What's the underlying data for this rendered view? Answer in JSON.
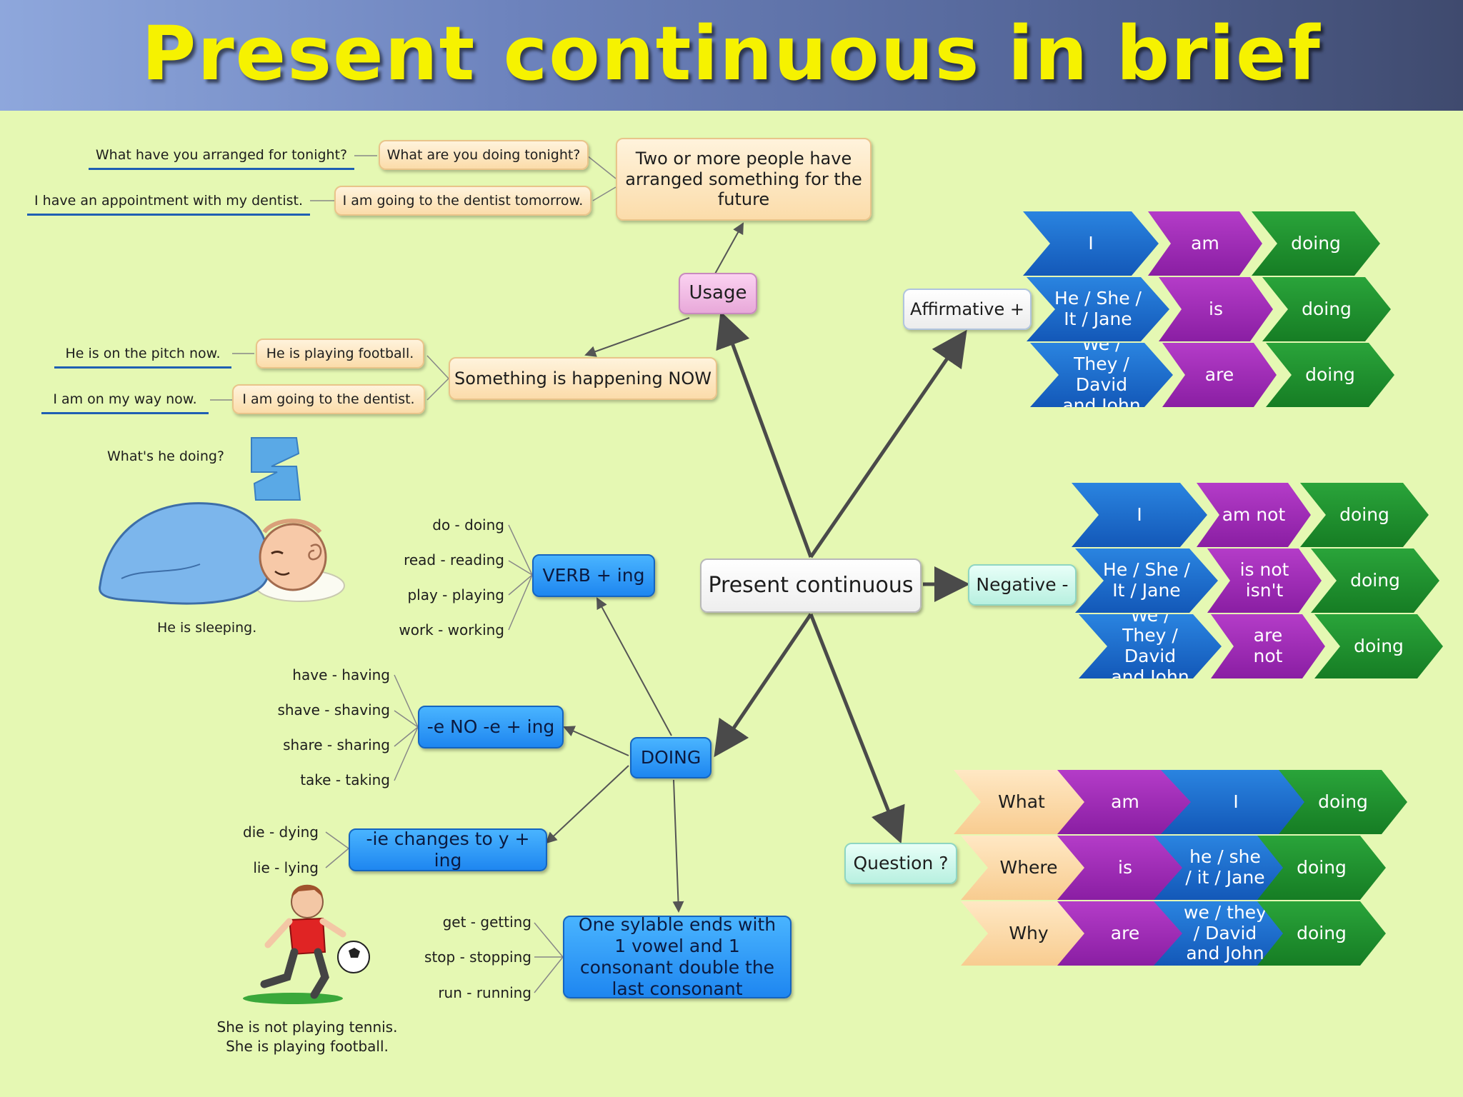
{
  "title": "Present continuous in brief",
  "center": "Present continuous",
  "usage": {
    "label": "Usage",
    "future": {
      "label": "Two or more people have arranged something for the future",
      "examples": [
        {
          "sentence": "What are you doing tonight?",
          "context": "What have you arranged for tonight?"
        },
        {
          "sentence": "I am going to the dentist tomorrow.",
          "context": "I have an appointment with my dentist."
        }
      ]
    },
    "now": {
      "label": "Something is happening NOW",
      "examples": [
        {
          "sentence": "He is playing football.",
          "context": "He is on the pitch now."
        },
        {
          "sentence": "I am going to the dentist.",
          "context": "I am on my way now."
        }
      ]
    }
  },
  "sleeping": {
    "question": "What's he doing?",
    "answer": "He is sleeping.",
    "icon": "sleeping-boy-illustration"
  },
  "football": {
    "line1": "She is not playing tennis.",
    "line2": "She is playing football.",
    "icon": "football-girl-illustration"
  },
  "doing": {
    "label": "DOING",
    "rules": [
      {
        "label": "VERB + ing",
        "examples": [
          "do - doing",
          "read - reading",
          "play - playing",
          "work - working"
        ]
      },
      {
        "label": "-e  NO -e + ing",
        "examples": [
          "have - having",
          "shave - shaving",
          "share - sharing",
          "take - taking"
        ]
      },
      {
        "label": "-ie changes to y + ing",
        "examples": [
          "die - dying",
          "lie - lying"
        ]
      },
      {
        "label": "One sylable ends with 1 vowel and 1 consonant double the last consonant",
        "examples": [
          "get - getting",
          "stop - stopping",
          "run - running"
        ]
      }
    ]
  },
  "affirmative": {
    "label": "Affirmative +",
    "rows": [
      [
        "I",
        "am",
        "doing"
      ],
      [
        "He / She / It / Jane",
        "is",
        "doing"
      ],
      [
        "We / They / David and John",
        "are",
        "doing"
      ]
    ]
  },
  "negative": {
    "label": "Negative -",
    "rows": [
      [
        "I",
        "am not",
        "doing"
      ],
      [
        "He / She / It / Jane",
        "is not isn't",
        "doing"
      ],
      [
        "We / They / David and John",
        "are not",
        "doing"
      ]
    ]
  },
  "question": {
    "label": "Question ?",
    "rows": [
      [
        "What",
        "am",
        "I",
        "doing"
      ],
      [
        "Where",
        "is",
        "he / she / it / Jane",
        "doing"
      ],
      [
        "Why",
        "are",
        "we / they / David and John",
        "doing"
      ]
    ]
  },
  "colors": {
    "title": "#f6f200",
    "blue": "#1e86f0",
    "purple": "#8a1ea3",
    "green": "#167d24",
    "background": "#e5f8b3"
  }
}
